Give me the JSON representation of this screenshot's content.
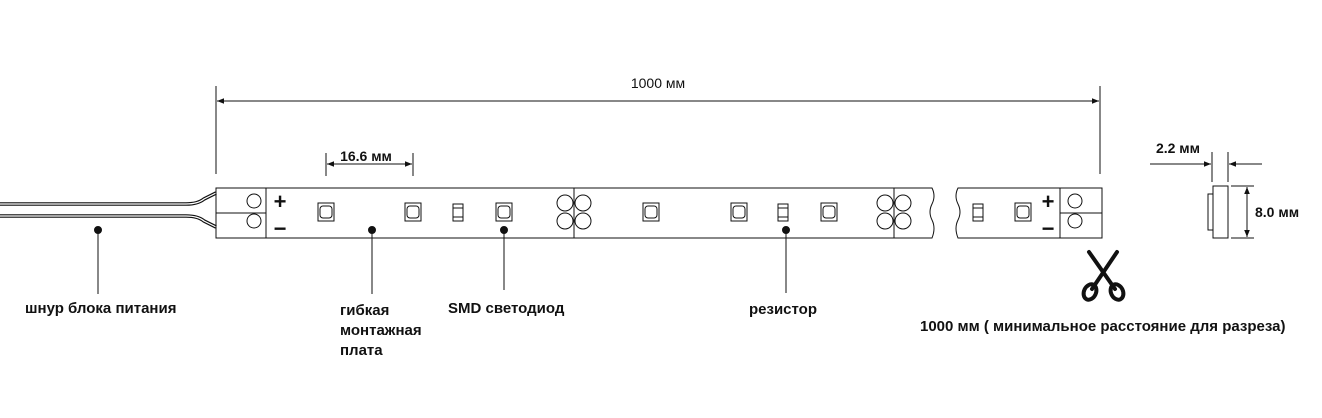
{
  "dimensions": {
    "total_length": "1000 мм",
    "led_pitch": "16.6 мм",
    "thickness": "2.2 мм",
    "width": "8.0 мм"
  },
  "labels": {
    "power_cord": "шнур блока питания",
    "board_line1": "гибкая",
    "board_line2": "монтажная",
    "board_line3": "плата",
    "smd_led": "SMD светодиод",
    "resistor": "резистор",
    "cut_note": "1000 мм ( минимальное расстояние для разреза)"
  },
  "polarity": {
    "plus": "+",
    "minus": "−"
  },
  "icons": {
    "cut": "scissors-icon"
  }
}
